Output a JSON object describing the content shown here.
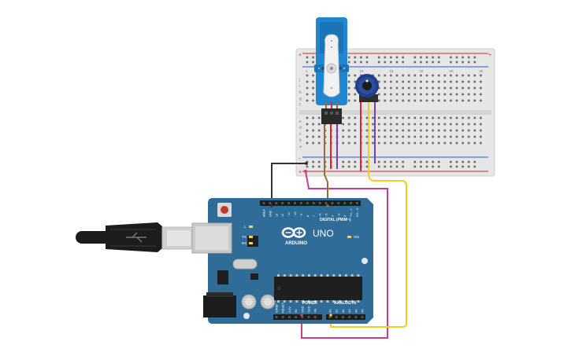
{
  "board": {
    "brand": "ARDUINO",
    "model": "UNO",
    "digital_header": "DIGITAL (PWM~)",
    "power_header": "POWER",
    "analog_header": "ANALOG IN",
    "led_l": "L",
    "led_tx": "TX",
    "led_rx": "RX",
    "led_on": "ON",
    "digital_pins": [
      "AREF",
      "GND",
      "13",
      "12",
      "~11",
      "~10",
      "~9",
      "8",
      "7",
      "~6",
      "~5",
      "4",
      "~3",
      "2",
      "TX→1",
      "RX←0"
    ],
    "power_pins": [
      "IOREF",
      "RESET",
      "3.3V",
      "5V",
      "GND",
      "GND",
      "Vin"
    ],
    "analog_pins": [
      "A0",
      "A1",
      "A2",
      "A3",
      "A4",
      "A5"
    ],
    "board_color": "#2f6c97"
  },
  "breadboard": {
    "row_letters_top": [
      "j",
      "i",
      "h",
      "g",
      "f"
    ],
    "row_letters_bottom": [
      "e",
      "d",
      "c",
      "b",
      "a"
    ],
    "column_numbers": [
      "1",
      "5",
      "10",
      "15",
      "20",
      "25",
      "30"
    ],
    "rail_plus": "+",
    "rail_minus": "-"
  },
  "wires": {
    "black": "#333333",
    "red": "#e0262b",
    "brown": "#9a6a3a",
    "yellow": "#f2cf1f",
    "magenta": "#cc3c8c",
    "purple": "#7a3fb0"
  }
}
